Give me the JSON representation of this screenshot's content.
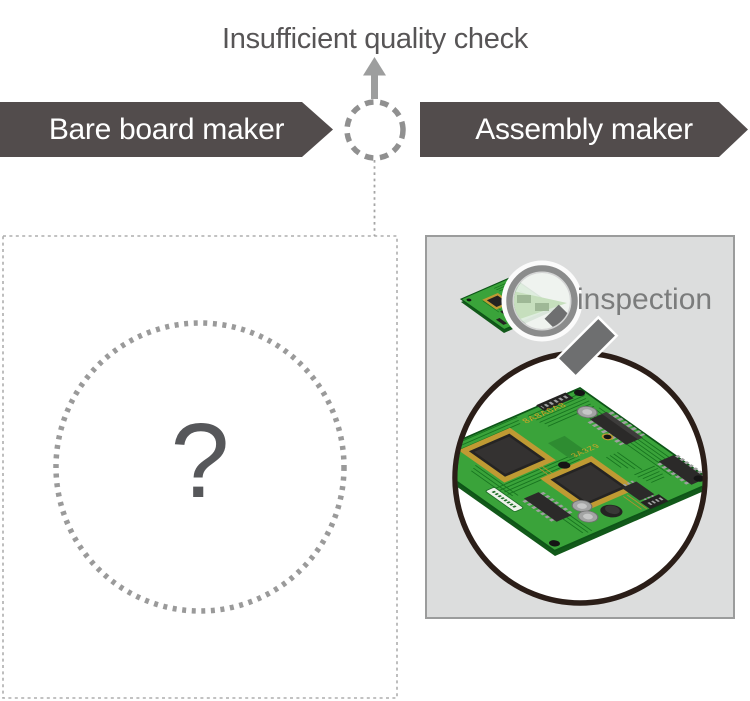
{
  "title": "Insufficient quality check",
  "flow": {
    "left_banner_label": "Bare board maker",
    "right_banner_label": "Assembly maker"
  },
  "left_panel": {
    "placeholder_mark": "?"
  },
  "right_panel": {
    "inspection_label": "inspection"
  },
  "colors": {
    "banner": "#524c4c",
    "banner_text": "#ffffff",
    "title_text": "#575556",
    "inspection_text": "#7b7c7c",
    "question_mark": "#56575a",
    "panel_background": "#dcdddd",
    "panel_border": "#9b9c9c",
    "dashed_gray": "#9a9a9a",
    "arrow_gray": "#9d9e9e",
    "pcb_green": "#3aa33a",
    "pcb_trace_green": "#17741f",
    "pcb_pad_gold": "#bf9a33",
    "chip_black": "#252423",
    "zoom_circle_border": "#2b1e18",
    "magnifier_handle": "#6e6f70"
  }
}
